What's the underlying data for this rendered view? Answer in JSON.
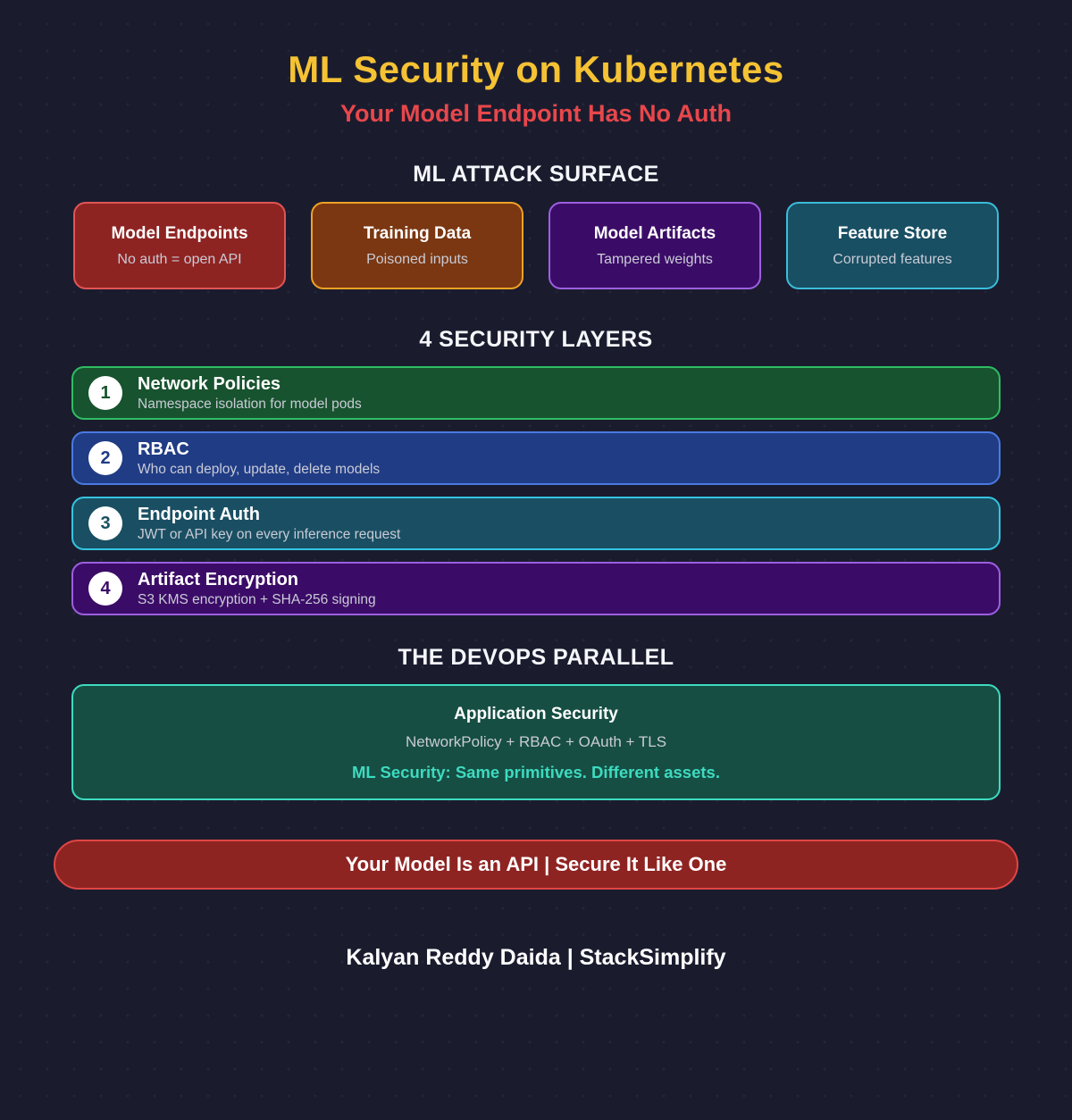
{
  "colors": {
    "background": "#1a1c2e",
    "title": "#f5c233",
    "subtitle": "#e8474b"
  },
  "page": {
    "title": "ML Security on Kubernetes",
    "subtitle": "Your Model Endpoint Has No Auth",
    "footer": "Kalyan Reddy Daida  |  StackSimplify"
  },
  "attack_surface": {
    "heading": "ML ATTACK SURFACE",
    "cards": [
      {
        "title": "Model Endpoints",
        "subtitle": "No auth = open API",
        "bg": "#8e2422",
        "border": "#e05555"
      },
      {
        "title": "Training Data",
        "subtitle": "Poisoned inputs",
        "bg": "#7a3711",
        "border": "#f0a125"
      },
      {
        "title": "Model Artifacts",
        "subtitle": "Tampered weights",
        "bg": "#3b0c67",
        "border": "#9d5fe0"
      },
      {
        "title": "Feature Store",
        "subtitle": "Corrupted features",
        "bg": "#184f63",
        "border": "#3bbcd9"
      }
    ]
  },
  "security_layers": {
    "heading": "4 SECURITY LAYERS",
    "layers": [
      {
        "number": "1",
        "title": "Network Policies",
        "subtitle": "Namespace isolation for model pods",
        "bg": "#17532e",
        "border": "#2fbd63"
      },
      {
        "number": "2",
        "title": "RBAC",
        "subtitle": "Who can deploy, update, delete models",
        "bg": "#203c85",
        "border": "#4a7ae0"
      },
      {
        "number": "3",
        "title": "Endpoint Auth",
        "subtitle": "JWT or API key on every inference request",
        "bg": "#1a4f63",
        "border": "#35c4e0"
      },
      {
        "number": "4",
        "title": "Artifact Encryption",
        "subtitle": "S3 KMS encryption + SHA-256 signing",
        "bg": "#3b0c67",
        "border": "#9d5fe0"
      }
    ]
  },
  "devops_parallel": {
    "heading": "THE DEVOPS PARALLEL",
    "title": "Application Security",
    "subtitle": "NetworkPolicy + RBAC + OAuth + TLS",
    "highlight": "ML Security: Same primitives. Different assets.",
    "bg": "#164e43",
    "border": "#3ddbc0",
    "highlight_color": "#3ddbc0"
  },
  "banner": {
    "text": "Your Model Is an API  |  Secure It Like One",
    "bg": "#8e2422",
    "border": "#e04545"
  }
}
